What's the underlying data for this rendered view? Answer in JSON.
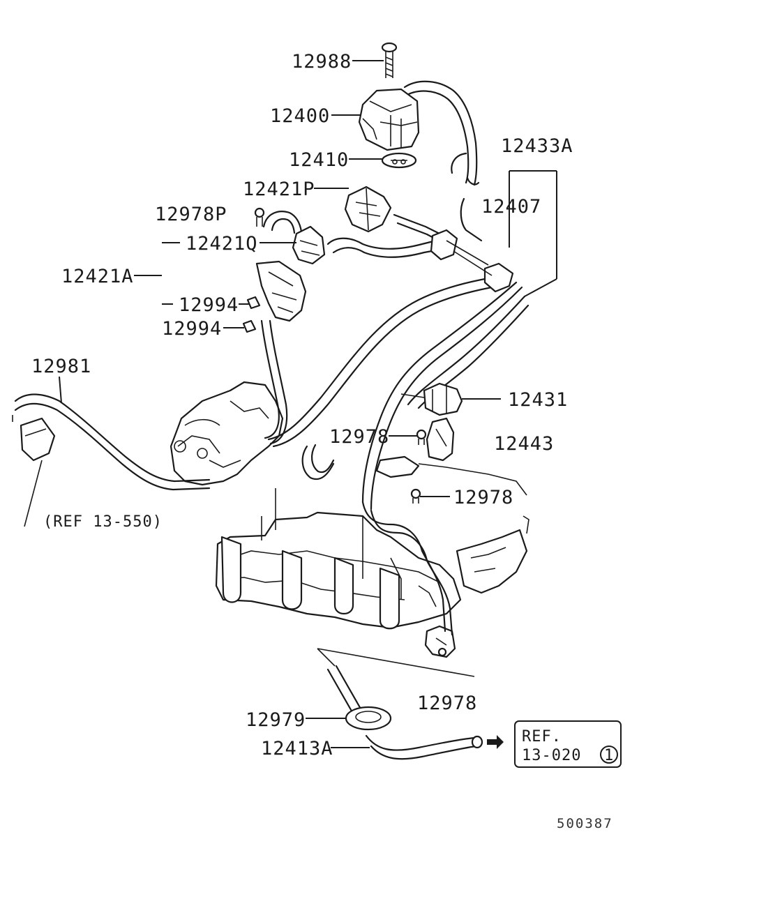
{
  "labels": {
    "l12988": "12988",
    "l12400": "12400",
    "l12410": "12410",
    "l12433A": "12433A",
    "l12421P": "12421P",
    "l12407": "12407",
    "l12978P": "12978P",
    "l12421Q": "12421Q",
    "l12421A": "12421A",
    "l12994a": "12994",
    "l12994b": "12994",
    "l12981": "12981",
    "l12431": "12431",
    "l12978a": "12978",
    "l12443": "12443",
    "l12978b": "12978",
    "l12978c": "12978",
    "l12979": "12979",
    "l12413A": "12413A"
  },
  "refs": {
    "ref_13_550": "(REF 13-550)",
    "ref_box_line1": "REF.",
    "ref_box_line2": "13-020",
    "ref_box_circle": "1"
  },
  "diagram_code": "500387"
}
